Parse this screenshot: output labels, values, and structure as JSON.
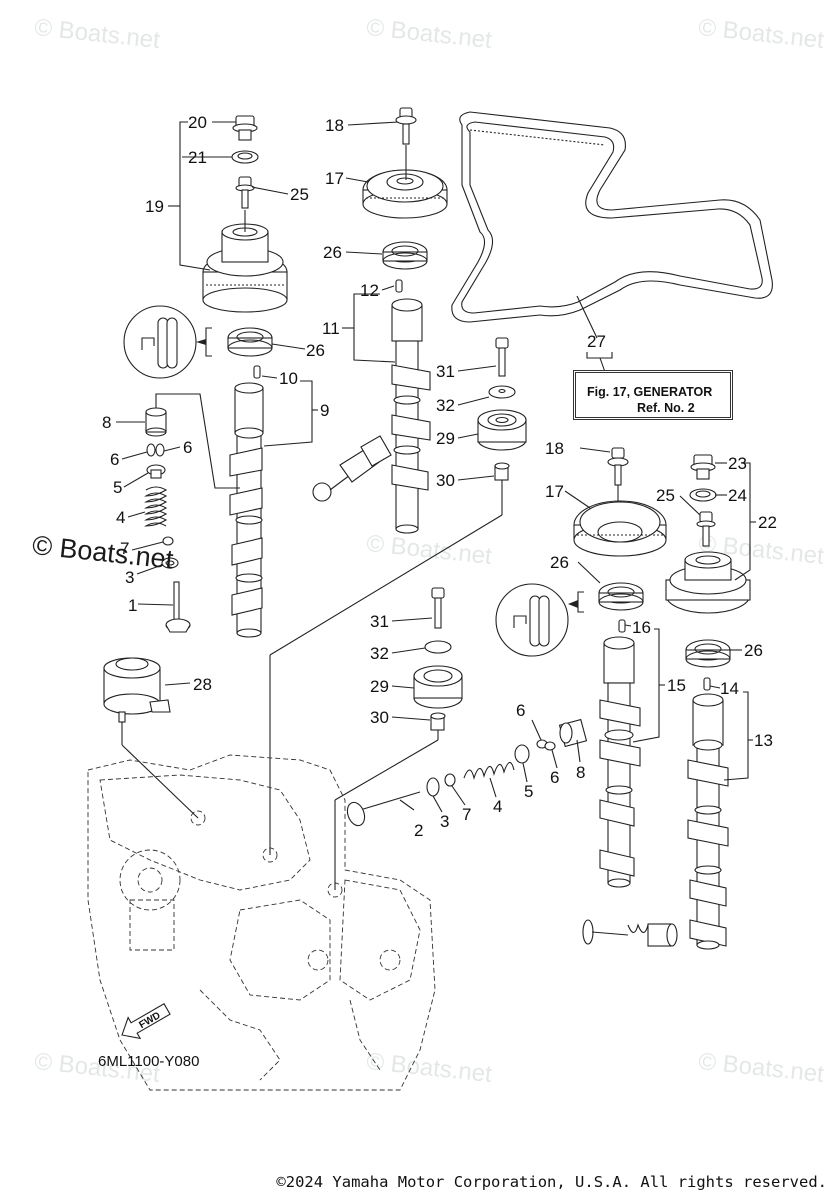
{
  "diagram": {
    "title": "Yamaha outboard camshaft / valve parts diagram",
    "diagram_code": "6ML1100-Y080",
    "reference_box": {
      "line1": "Fig. 17, GENERATOR",
      "line2": "Ref. No. 2"
    },
    "direction_marker": "FWD",
    "copyright": "©2024 Yamaha Motor Corporation, U.S.A. All rights reserved.",
    "watermark": "© Boats.net",
    "icons": [
      "sealant-apply-icon",
      "fwd-arrow-icon"
    ]
  },
  "callouts": [
    {
      "id": "c1",
      "label": "1"
    },
    {
      "id": "c2",
      "label": "2"
    },
    {
      "id": "c3a",
      "label": "3"
    },
    {
      "id": "c3b",
      "label": "3"
    },
    {
      "id": "c4a",
      "label": "4"
    },
    {
      "id": "c4b",
      "label": "4"
    },
    {
      "id": "c5a",
      "label": "5"
    },
    {
      "id": "c5b",
      "label": "5"
    },
    {
      "id": "c6a",
      "label": "6"
    },
    {
      "id": "c6b",
      "label": "6"
    },
    {
      "id": "c6c",
      "label": "6"
    },
    {
      "id": "c6d",
      "label": "6"
    },
    {
      "id": "c7a",
      "label": "7"
    },
    {
      "id": "c7b",
      "label": "7"
    },
    {
      "id": "c8a",
      "label": "8"
    },
    {
      "id": "c8b",
      "label": "8"
    },
    {
      "id": "c9",
      "label": "9"
    },
    {
      "id": "c10",
      "label": "10"
    },
    {
      "id": "c11",
      "label": "11"
    },
    {
      "id": "c12",
      "label": "12"
    },
    {
      "id": "c13",
      "label": "13"
    },
    {
      "id": "c14",
      "label": "14"
    },
    {
      "id": "c15",
      "label": "15"
    },
    {
      "id": "c16",
      "label": "16"
    },
    {
      "id": "c17a",
      "label": "17"
    },
    {
      "id": "c17b",
      "label": "17"
    },
    {
      "id": "c18a",
      "label": "18"
    },
    {
      "id": "c18b",
      "label": "18"
    },
    {
      "id": "c19",
      "label": "19"
    },
    {
      "id": "c20",
      "label": "20"
    },
    {
      "id": "c21",
      "label": "21"
    },
    {
      "id": "c22",
      "label": "22"
    },
    {
      "id": "c23",
      "label": "23"
    },
    {
      "id": "c24",
      "label": "24"
    },
    {
      "id": "c25a",
      "label": "25"
    },
    {
      "id": "c25b",
      "label": "25"
    },
    {
      "id": "c26a",
      "label": "26"
    },
    {
      "id": "c26b",
      "label": "26"
    },
    {
      "id": "c26c",
      "label": "26"
    },
    {
      "id": "c26d",
      "label": "26"
    },
    {
      "id": "c27",
      "label": "27"
    },
    {
      "id": "c28",
      "label": "28"
    },
    {
      "id": "c29a",
      "label": "29"
    },
    {
      "id": "c29b",
      "label": "29"
    },
    {
      "id": "c30a",
      "label": "30"
    },
    {
      "id": "c30b",
      "label": "30"
    },
    {
      "id": "c31a",
      "label": "31"
    },
    {
      "id": "c31b",
      "label": "31"
    },
    {
      "id": "c32a",
      "label": "32"
    },
    {
      "id": "c32b",
      "label": "32"
    }
  ]
}
